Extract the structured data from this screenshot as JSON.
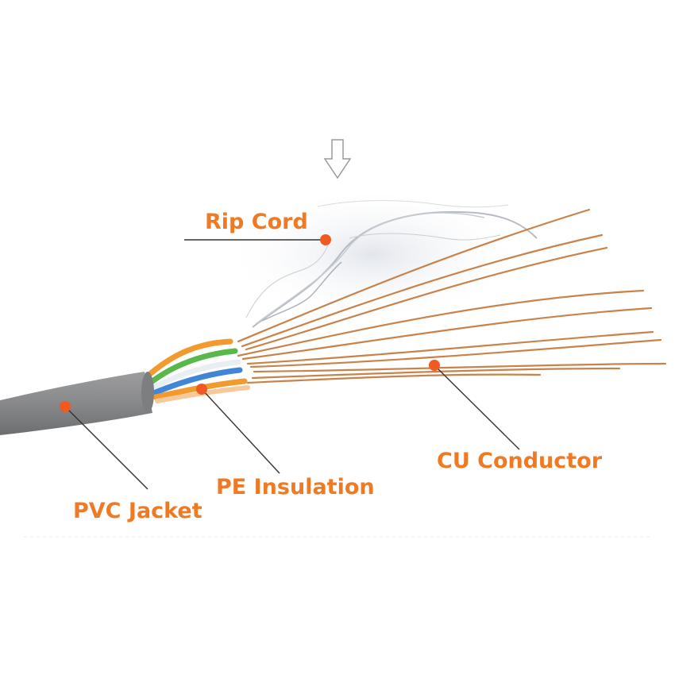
{
  "labels": {
    "rip_cord": "Rip Cord",
    "pvc_jacket": "PVC Jacket",
    "pe_insulation": "PE Insulation",
    "cu_conductor": "CU Conductor"
  },
  "colors": {
    "label_text": "#f07a24",
    "marker_dot": "#f05a20",
    "leader_line": "#333333",
    "jacket": "#8a8b8d",
    "copper": "#c9834a",
    "insulation_orange": "#f29a2e",
    "insulation_green": "#58b84a",
    "insulation_blue": "#3f86d6",
    "insulation_white": "#e9eef2"
  },
  "icons": {
    "pointer": "down-arrow-icon"
  }
}
